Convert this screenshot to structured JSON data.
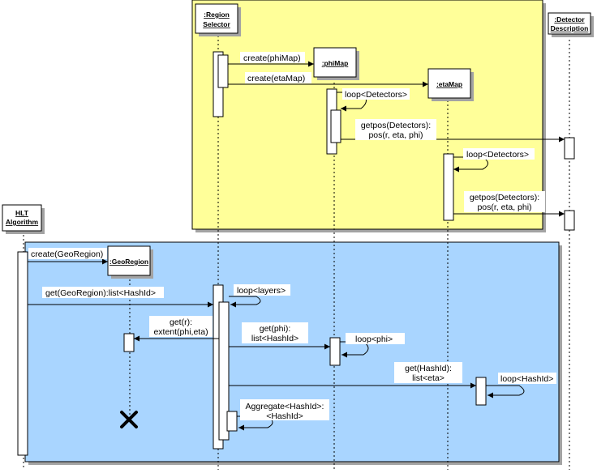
{
  "objects": {
    "region_selector": [
      ":Region",
      "Selector"
    ],
    "detector_description": [
      ":Detector",
      "Description"
    ],
    "phimap": ":phiMap",
    "etamap": ":etaMap",
    "hlt_algorithm": [
      "HLT",
      "Algorithm"
    ],
    "georegion": ":GeoRegion"
  },
  "messages": {
    "create_phimap": "create(phiMap)",
    "create_etamap": "create(etaMap)",
    "loop_detectors_1": "loop<Detectors>",
    "getpos_1": [
      "getpos(Detectors):",
      "pos(r, eta, phi)"
    ],
    "loop_detectors_2": "loop<Detectors>",
    "getpos_2": [
      "getpos(Detectors):",
      "pos(r, eta, phi)"
    ],
    "create_georegion": "create(GeoRegion)",
    "get_georegion": "get(GeoRegion):list<HashId>",
    "loop_layers": "loop<layers>",
    "get_r": [
      "get(r):",
      "extent(phi,eta)"
    ],
    "get_phi": [
      "get(phi):",
      "list<HashId>"
    ],
    "loop_phi": "loop<phi>",
    "get_hashid": [
      "get(HashId):",
      "list<eta>"
    ],
    "loop_hashid": "loop<HashId>",
    "aggregate": [
      "Aggregate<HashId>:",
      "<HashId>"
    ]
  },
  "colors": {
    "yellow_region": "#ffff99",
    "blue_region": "#a9d5ff",
    "shadow": "#a3a3a3",
    "line": "#000000"
  },
  "icons": {
    "destroy": "x-destroy-icon"
  }
}
